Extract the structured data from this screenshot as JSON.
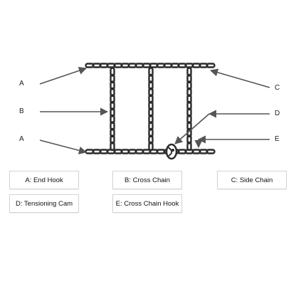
{
  "callouts": {
    "left_top": "A",
    "left_mid": "B",
    "left_bottom": "A",
    "right_top": "C",
    "right_mid": "D",
    "right_bottom": "E"
  },
  "legend": {
    "end_hook": "A: End Hook",
    "cross_chain": "B: Cross Chain",
    "side_chain": "C: Side Chain",
    "tensioning_cam": "D: Tensioning Cam",
    "cross_chain_hook": "E: Cross Chain Hook"
  },
  "colors": {
    "chain": "#2b2b2b",
    "arrow": "#555555",
    "box_border": "#d4d4d4"
  }
}
